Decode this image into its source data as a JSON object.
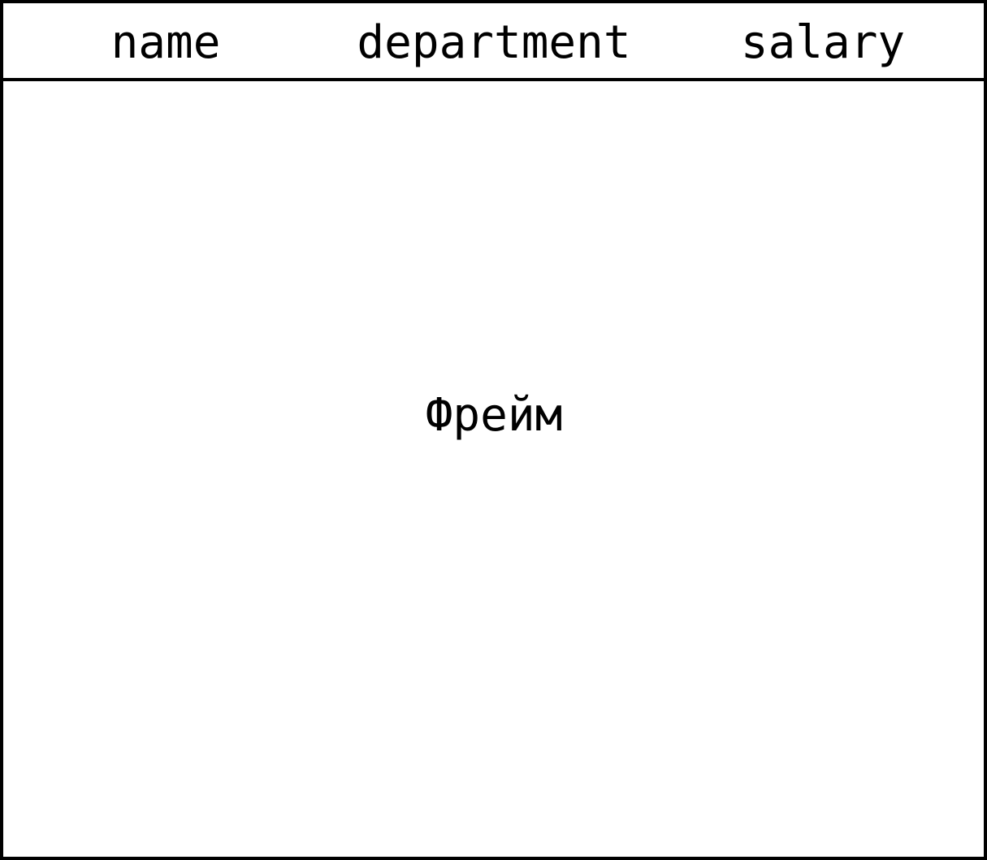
{
  "table": {
    "columns": [
      "name",
      "department",
      "salary"
    ]
  },
  "frame": {
    "label": "Фрейм"
  },
  "colors": {
    "border": "#000000",
    "background": "#ffffff",
    "text": "#000000"
  }
}
